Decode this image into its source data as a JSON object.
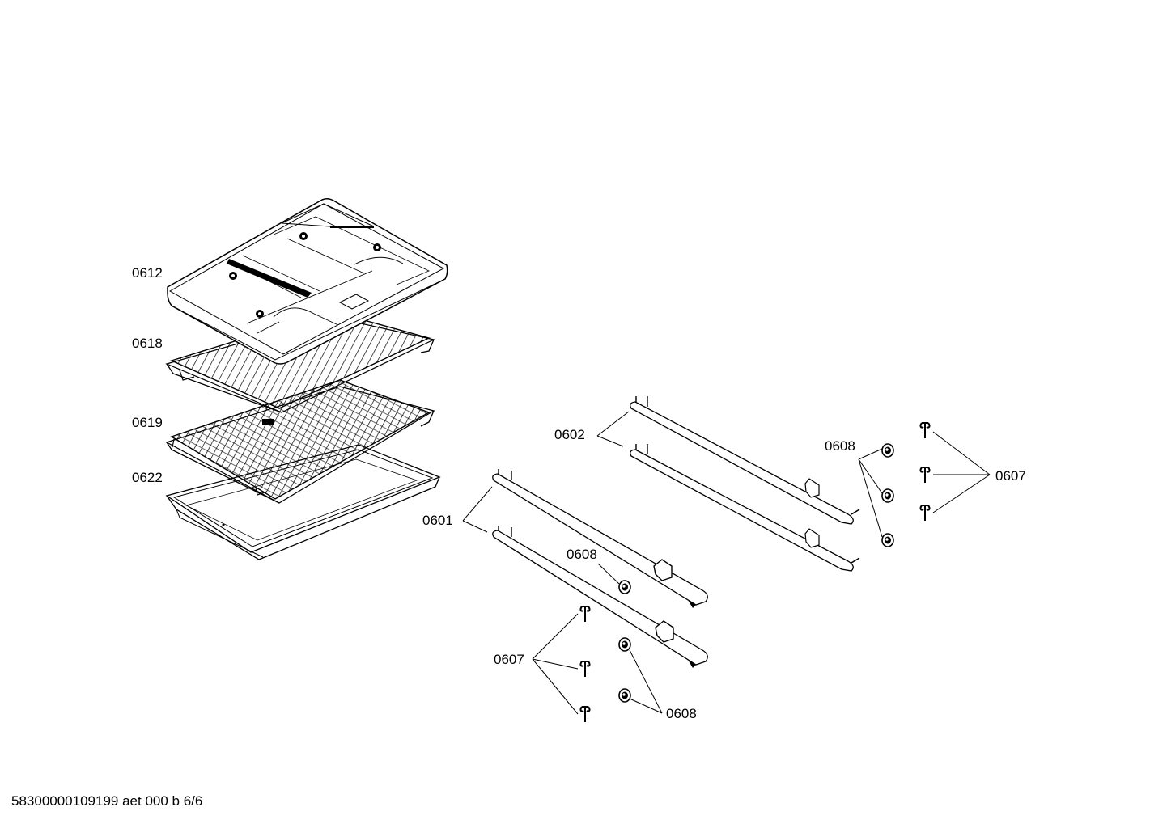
{
  "callouts": {
    "c0612": "0612",
    "c0618": "0618",
    "c0619": "0619",
    "c0622": "0622",
    "c0602": "0602",
    "c0601": "0601",
    "c0608a": "0608",
    "c0608b": "0608",
    "c0608c": "0608",
    "c0607a": "0607",
    "c0607b": "0607"
  },
  "footer": {
    "code": "58300000109199 aet 000 b 6/6"
  }
}
